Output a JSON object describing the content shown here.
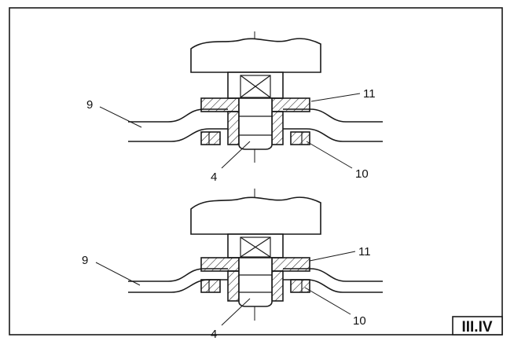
{
  "upper_assembly": {
    "labels": {
      "sheet": "9",
      "nut": "11",
      "washer": "10",
      "pin": "4"
    }
  },
  "lower_assembly": {
    "labels": {
      "sheet": "9",
      "nut": "11",
      "washer": "10",
      "pin": "4"
    }
  },
  "title_block": {
    "text": "III.IV"
  },
  "colors": {
    "line": "#1a1a1a",
    "paper": "#ffffff"
  }
}
